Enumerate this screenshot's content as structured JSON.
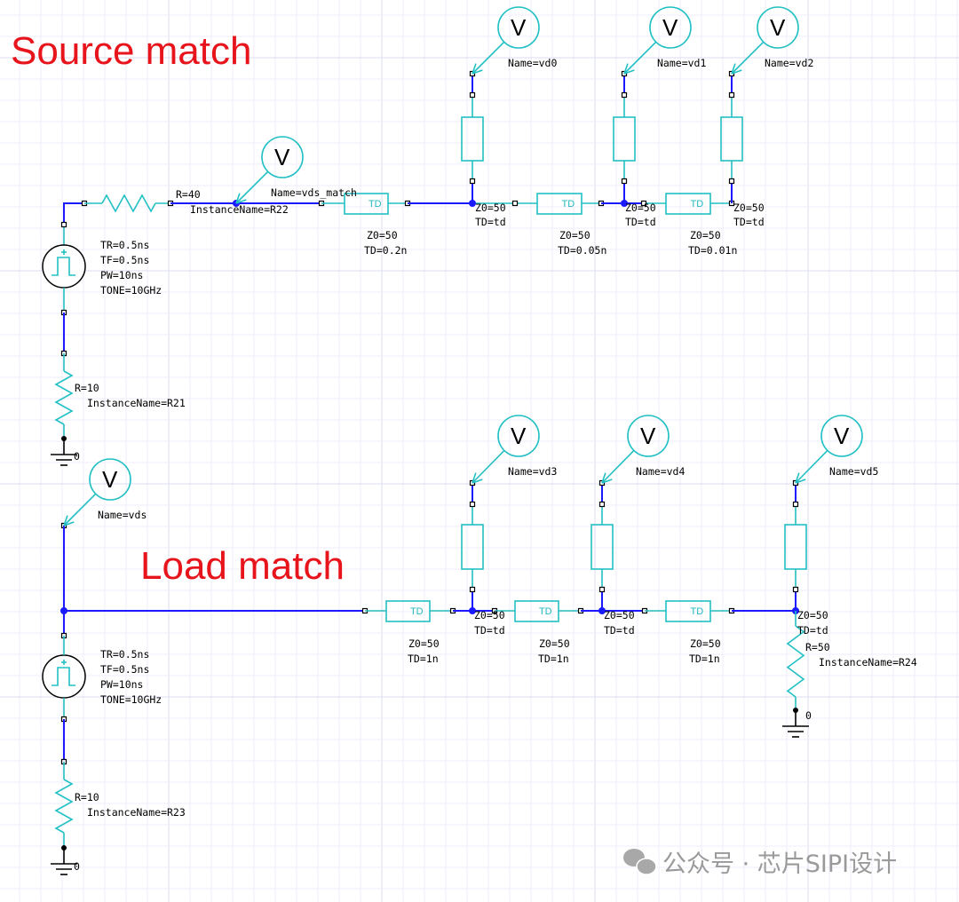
{
  "titles": {
    "source": "Source match",
    "load": "Load match"
  },
  "source_section": {
    "pulse_params": [
      "TR=0.5ns",
      "TF=0.5ns",
      "PW=10ns",
      "TONE=10GHz"
    ],
    "series_resistor": {
      "value": "R=40",
      "instance": "InstanceName=R22"
    },
    "shunt_resistor": {
      "value": "R=10",
      "instance": "InstanceName=R21"
    },
    "probe_main": {
      "glyph": "V",
      "name": "Name=vds_match"
    },
    "ground_label": "0",
    "lines": [
      {
        "box": "TD",
        "z0": "Z0=50",
        "td": "TD=0.2n"
      },
      {
        "box": "TD",
        "z0": "Z0=50",
        "td": "TD=0.05n"
      },
      {
        "box": "TD",
        "z0": "Z0=50",
        "td": "TD=0.01n"
      }
    ],
    "stubs": [
      {
        "glyph": "V",
        "name": "Name=vd0",
        "z0": "Z0=50",
        "td": "TD=td"
      },
      {
        "glyph": "V",
        "name": "Name=vd1",
        "z0": "Z0=50",
        "td": "TD=td"
      },
      {
        "glyph": "V",
        "name": "Name=vd2",
        "z0": "Z0=50",
        "td": "TD=td"
      }
    ]
  },
  "load_section": {
    "pulse_params": [
      "TR=0.5ns",
      "TF=0.5ns",
      "PW=10ns",
      "TONE=10GHz"
    ],
    "shunt_resistor": {
      "value": "R=10",
      "instance": "InstanceName=R23"
    },
    "probe_main": {
      "glyph": "V",
      "name": "Name=vds"
    },
    "ground_label": "0",
    "load_resistor": {
      "value": "R=50",
      "instance": "InstanceName=R24"
    },
    "load_ground_label": "0",
    "lines": [
      {
        "box": "TD",
        "z0": "Z0=50",
        "td": "TD=1n"
      },
      {
        "box": "TD",
        "z0": "Z0=50",
        "td": "TD=1n"
      },
      {
        "box": "TD",
        "z0": "Z0=50",
        "td": "TD=1n"
      }
    ],
    "stubs": [
      {
        "glyph": "V",
        "name": "Name=vd3",
        "z0": "Z0=50",
        "td": "TD=td"
      },
      {
        "glyph": "V",
        "name": "Name=vd4",
        "z0": "Z0=50",
        "td": "TD=td"
      },
      {
        "glyph": "V",
        "name": "Name=vd5",
        "z0": "Z0=50",
        "td": "TD=td"
      }
    ]
  },
  "watermark": "公众号 · 芯片SIPI设计",
  "colors": {
    "wire": "#1a1aff",
    "component": "#22c0c4",
    "title": "#e8141c",
    "grid": "#e8e8f8"
  }
}
